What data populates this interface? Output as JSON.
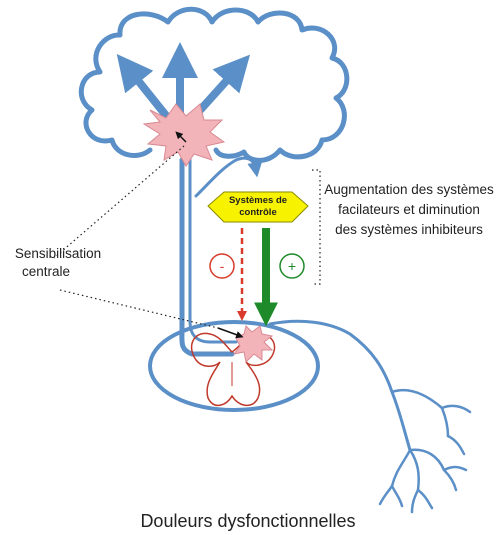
{
  "title": "Douleurs dysfonctionnelles",
  "labels": {
    "sensibilisation_line1": "Sensibilisation",
    "sensibilisation_line2": "centrale",
    "augmentation_line1": "Augmentation des systèmes",
    "augmentation_line2": "facilateurs et diminution",
    "augmentation_line3": "des systèmes inhibiteurs",
    "controle_line1": "Systèmes de",
    "controle_line2": "contrôle",
    "minus": "-",
    "plus": "+"
  },
  "colors": {
    "nerve": "#5b8fc7",
    "pain_star": "#f2b3b9",
    "pain_star_stroke": "#d98a93",
    "control_box": "#f7f200",
    "inhibitory": "#d93a2b",
    "facilitatory": "#1f8a2a",
    "grey_matter": "#c0392b"
  }
}
